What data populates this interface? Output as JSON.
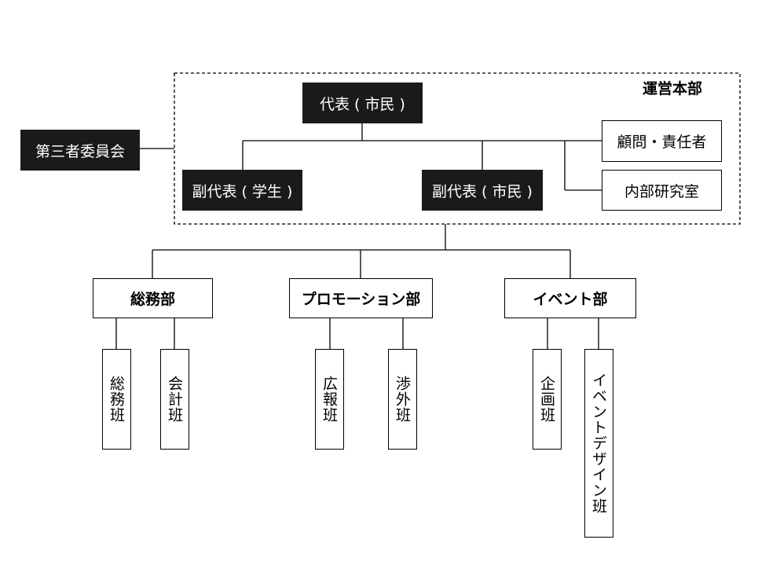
{
  "steering": {
    "label": "運営本部",
    "representative": "代表 ( 市民 )",
    "vice_student": "副代表 ( 学生 )",
    "vice_citizen": "副代表 ( 市民 )",
    "advisor": "顧問・責任者",
    "lab": "内部研究室"
  },
  "third_party": "第三者委員会",
  "departments": [
    {
      "name": "総務部",
      "teams": [
        "総務班",
        "会計班"
      ]
    },
    {
      "name": "プロモーション部",
      "teams": [
        "広報班",
        "渉外班"
      ]
    },
    {
      "name": "イベント部",
      "teams": [
        "企画班",
        "イベントデザイン班"
      ]
    }
  ],
  "colors": {
    "dark_box": "#1a1a1a",
    "line": "#000000"
  }
}
